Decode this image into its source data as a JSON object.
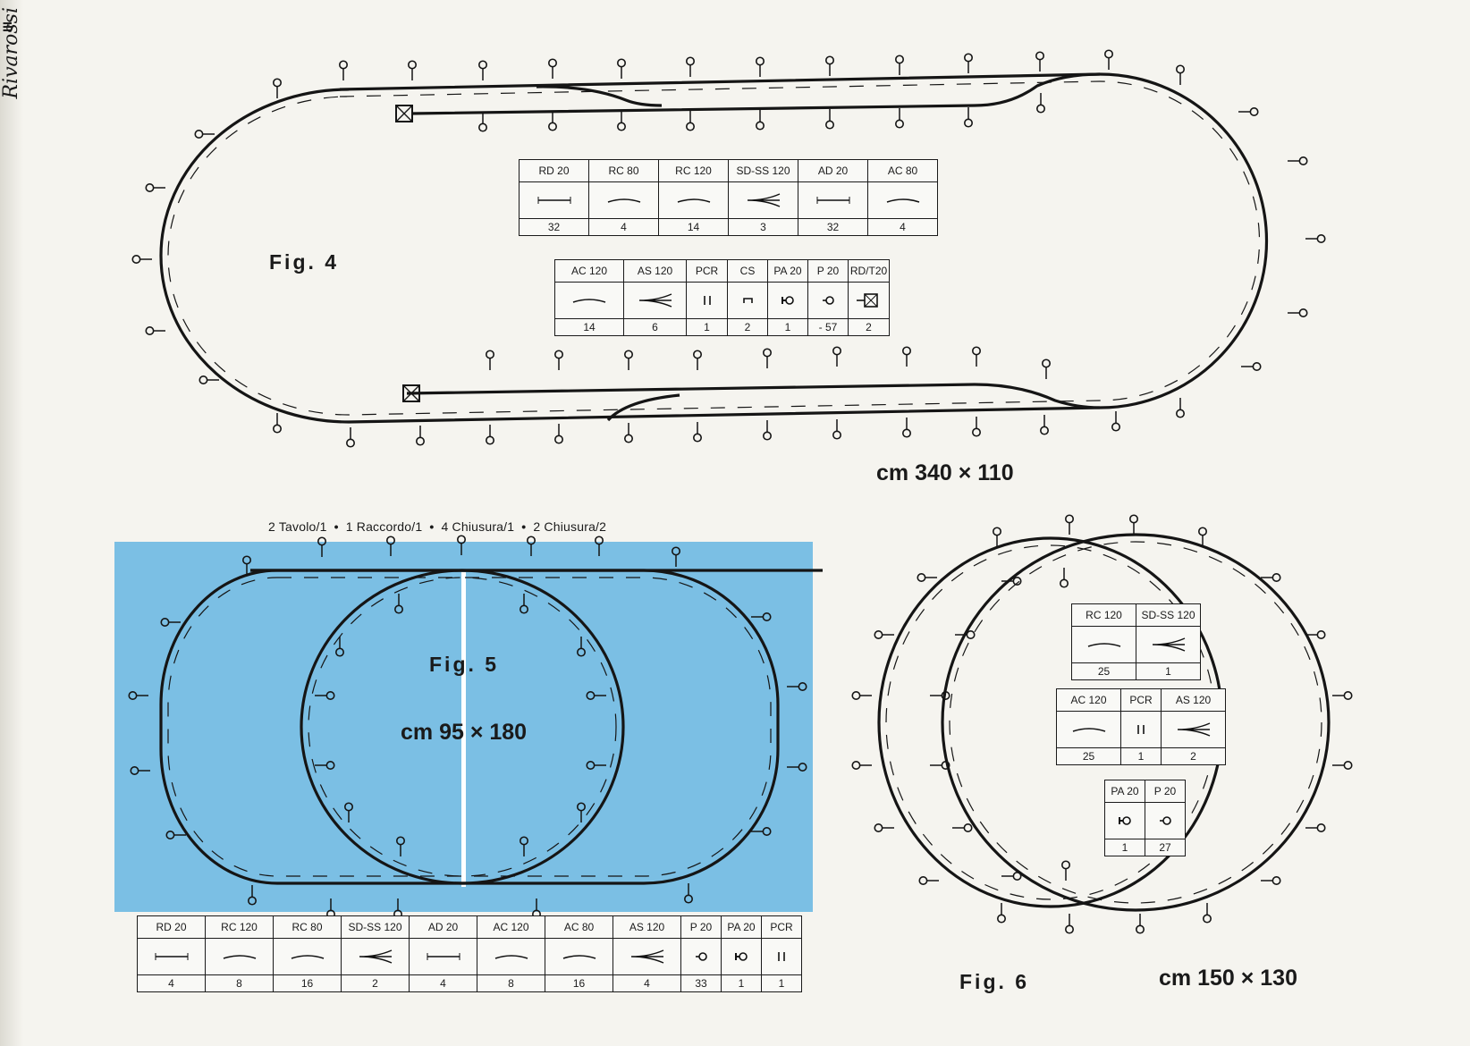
{
  "sidebar": {
    "brand": "Rivarossi",
    "page_marker": "III"
  },
  "fig4": {
    "label": "Fig.  4",
    "dimensions": "cm 340 × 110",
    "table_top": {
      "headers": [
        "RD 20",
        "RC 80",
        "RC 120",
        "SD-SS 120",
        "AD 20",
        "AC 80"
      ],
      "icons": [
        "straight-track-icon",
        "curve-track-icon",
        "curve-track-icon",
        "switch-icon",
        "straight-track-icon",
        "curve-track-icon"
      ],
      "quantities": [
        "32",
        "4",
        "14",
        "3",
        "32",
        "4"
      ]
    },
    "table_bottom": {
      "headers": [
        "AC 120",
        "AS 120",
        "PCR",
        "CS",
        "PA 20",
        "P 20",
        "RD/T20"
      ],
      "icons": [
        "curve-track-icon",
        "switch-icon",
        "rail-joiner-icon",
        "connector-icon",
        "lamp-post-icon",
        "pole-icon",
        "buffer-stop-icon"
      ],
      "quantities": [
        "14",
        "6",
        "1",
        "2",
        "1",
        "- 57",
        "2"
      ]
    }
  },
  "fig5": {
    "label": "Fig. 5",
    "dimensions": "cm 95 × 180",
    "accessories": [
      "2  Tavolo/1",
      "1  Raccordo/1",
      "4  Chiusura/1",
      "2  Chiusura/2"
    ],
    "table": {
      "headers": [
        "RD 20",
        "RC 120",
        "RC 80",
        "SD-SS 120",
        "AD 20",
        "AC 120",
        "AC 80",
        "AS 120",
        "P 20",
        "PA 20",
        "PCR"
      ],
      "icons": [
        "straight-track-icon",
        "curve-track-icon",
        "curve-track-icon",
        "switch-icon",
        "straight-track-icon",
        "curve-track-icon",
        "curve-track-icon",
        "switch-icon",
        "pole-icon",
        "lamp-post-icon",
        "rail-joiner-icon"
      ],
      "quantities": [
        "4",
        "8",
        "16",
        "2",
        "4",
        "8",
        "16",
        "4",
        "33",
        "1",
        "1"
      ]
    }
  },
  "fig6": {
    "label": "Fig.  6",
    "dimensions": "cm 150 × 130",
    "table_a": {
      "headers": [
        "RC 120",
        "SD-SS 120"
      ],
      "icons": [
        "curve-track-icon",
        "switch-icon"
      ],
      "quantities": [
        "25",
        "1"
      ]
    },
    "table_b": {
      "headers": [
        "AC 120",
        "PCR",
        "AS 120"
      ],
      "icons": [
        "curve-track-icon",
        "rail-joiner-icon",
        "switch-icon"
      ],
      "quantities": [
        "25",
        "1",
        "2"
      ]
    },
    "table_c": {
      "headers": [
        "PA 20",
        "P 20"
      ],
      "icons": [
        "lamp-post-icon",
        "pole-icon"
      ],
      "quantities": [
        "1",
        "27"
      ]
    }
  },
  "colors": {
    "panel_blue": "#7bbfe4",
    "ink": "#1a1a1a",
    "paper": "#f5f4ef"
  }
}
